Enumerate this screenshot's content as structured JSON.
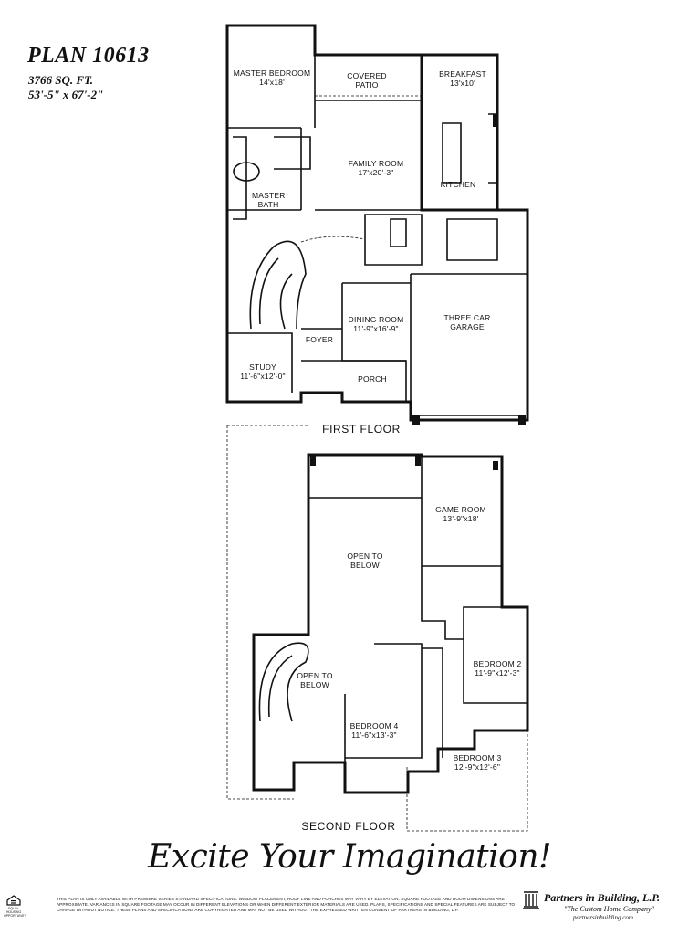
{
  "plan": {
    "title": "PLAN 10613",
    "sqft": "3766 SQ. FT.",
    "dims": "53'-5\" x 67'-2\""
  },
  "first_floor": {
    "label": "FIRST FLOOR",
    "rooms": {
      "master_bedroom": {
        "name": "MASTER BEDROOM",
        "size": "14'x18'"
      },
      "covered_patio": {
        "name": "COVERED PATIO"
      },
      "breakfast": {
        "name": "BREAKFAST",
        "size": "13'x10'"
      },
      "family_room": {
        "name": "FAMILY ROOM",
        "size": "17'x20'-3\""
      },
      "kitchen": {
        "name": "KITCHEN"
      },
      "master_bath": {
        "name": "MASTER BATH"
      },
      "dining_room": {
        "name": "DINING ROOM",
        "size": "11'-9\"x16'-9\""
      },
      "garage": {
        "name": "THREE CAR GARAGE"
      },
      "foyer": {
        "name": "FOYER"
      },
      "study": {
        "name": "STUDY",
        "size": "11'-6\"x12'-0\""
      },
      "porch": {
        "name": "PORCH"
      }
    }
  },
  "second_floor": {
    "label": "SECOND FLOOR",
    "rooms": {
      "game_room": {
        "name": "GAME ROOM",
        "size": "13'-9\"x18'"
      },
      "open_to_below_1": {
        "name": "OPEN TO BELOW"
      },
      "open_to_below_2": {
        "name": "OPEN TO BELOW"
      },
      "bedroom_2": {
        "name": "BEDROOM 2",
        "size": "11'-9\"x12'-3\""
      },
      "bedroom_4": {
        "name": "BEDROOM 4",
        "size": "11'-6\"x13'-3\""
      },
      "bedroom_3": {
        "name": "BEDROOM 3",
        "size": "12'-9\"x12'-6\""
      }
    }
  },
  "tagline": "Excite Your Imagination!",
  "disclaimer": "This plan is only available with premiere series standard specifications. Window placement, roof line and porches may vary by elevation. Square footage and room dimensions are approximate. Variances in square footage may occur in different elevations or when different exterior materials are used. Plans, specifications and special features are subject to change without notice. These plans and specifications are copyrighted and may not be used without the expressed written consent of Partners in Building, L.P.",
  "brand": {
    "name": "Partners in Building, L.P.",
    "tagline": "\"The Custom Home Company\"",
    "url": "partnersinbuilding.com"
  },
  "eho": "EQUAL HOUSING OPPORTUNITY"
}
